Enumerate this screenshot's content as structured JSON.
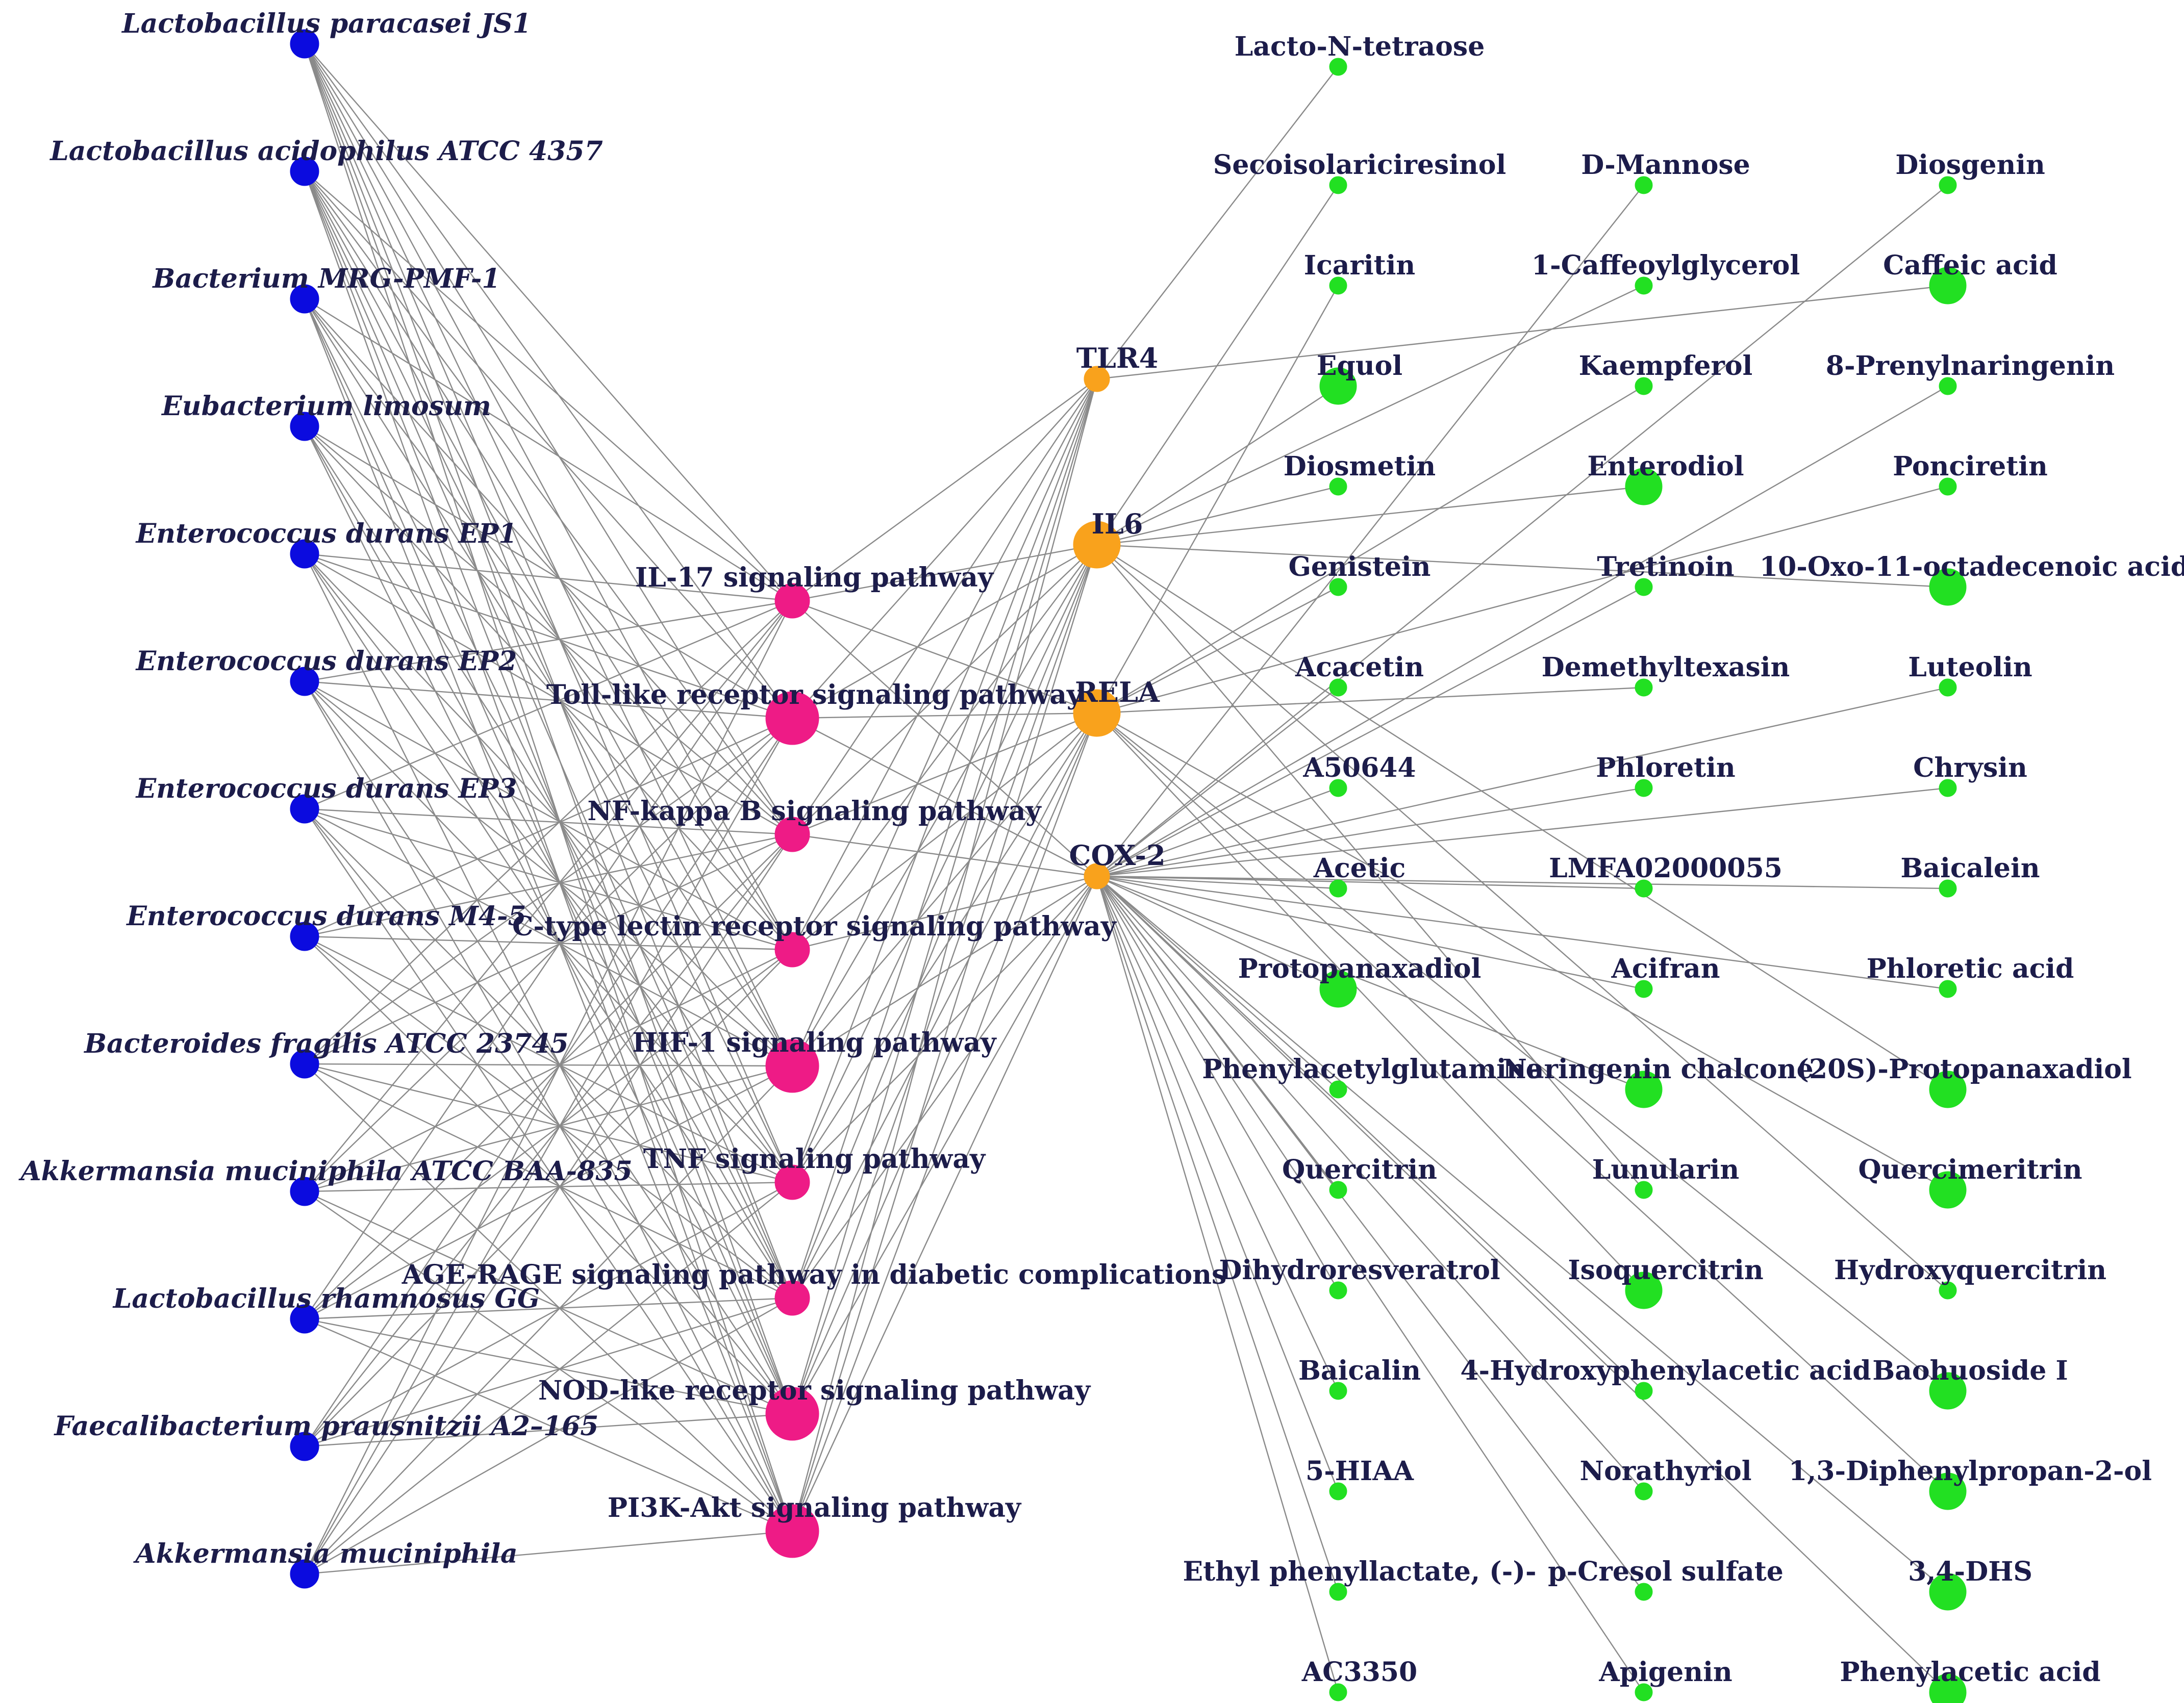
{
  "colors": {
    "bacteria": "#0b0bdf",
    "pathway": "#ee1b86",
    "target": "#f9a21c",
    "metabolite": "#22e022",
    "edge": "#8a8a8a",
    "label": "#1c1c4a"
  },
  "bacteria": [
    "Lactobacillus paracasei JS1",
    "Lactobacillus acidophilus ATCC 4357",
    "Bacterium MRG-PMF-1",
    "Eubacterium limosum",
    "Enterococcus durans EP1",
    "Enterococcus durans EP2",
    "Enterococcus durans EP3",
    "Enterococcus durans M4-5",
    "Bacteroides fragilis ATCC 23745",
    "Akkermansia muciniphila ATCC BAA-835",
    "Lactobacillus rhamnosus GG",
    "Faecalibacterium prausnitzii A2–165",
    "Akkermansia muciniphila"
  ],
  "pathways": [
    {
      "label": "IL-17 signaling pathway",
      "size": "small"
    },
    {
      "label": "Toll-like receptor signaling pathway",
      "size": "large"
    },
    {
      "label": "NF-kappa B signaling pathway",
      "size": "small"
    },
    {
      "label": "C-type lectin receptor signaling pathway",
      "size": "small"
    },
    {
      "label": "HIF-1 signaling pathway",
      "size": "large"
    },
    {
      "label": "TNF signaling pathway",
      "size": "small"
    },
    {
      "label": "AGE-RAGE signaling pathway in diabetic complications",
      "size": "small"
    },
    {
      "label": "NOD-like receptor signaling pathway",
      "size": "large"
    },
    {
      "label": "PI3K-Akt signaling pathway",
      "size": "large"
    }
  ],
  "targets": [
    {
      "label": "TLR4",
      "size": "small"
    },
    {
      "label": "IL6",
      "size": "large"
    },
    {
      "label": "RELA",
      "size": "large"
    },
    {
      "label": "COX-2",
      "size": "small"
    }
  ],
  "metabolites": {
    "column1": [
      {
        "label": "Lacto-N-tetraose",
        "size": "small"
      },
      {
        "label": "Secoisolariciresinol",
        "size": "small"
      },
      {
        "label": "Icaritin",
        "size": "small"
      },
      {
        "label": "Equol",
        "size": "large"
      },
      {
        "label": "Diosmetin",
        "size": "small"
      },
      {
        "label": "Genistein",
        "size": "small"
      },
      {
        "label": "Acacetin",
        "size": "small"
      },
      {
        "label": "A50644",
        "size": "small"
      },
      {
        "label": "Acetic",
        "size": "small"
      },
      {
        "label": "Protopanaxadiol",
        "size": "large"
      },
      {
        "label": "Phenylacetylglutamine",
        "size": "small"
      },
      {
        "label": "Quercitrin",
        "size": "small"
      },
      {
        "label": "Dihydroresveratrol",
        "size": "small"
      },
      {
        "label": "Baicalin",
        "size": "small"
      },
      {
        "label": "5-HIAA",
        "size": "small"
      },
      {
        "label": "Ethyl phenyllactate, (-)-",
        "size": "small"
      },
      {
        "label": "AC3350",
        "size": "small"
      }
    ],
    "column2": [
      {
        "label": "D-Mannose",
        "size": "small"
      },
      {
        "label": "1-Caffeoylglycerol",
        "size": "small"
      },
      {
        "label": "Kaempferol",
        "size": "small"
      },
      {
        "label": "Enterodiol",
        "size": "large"
      },
      {
        "label": "Tretinoin",
        "size": "small"
      },
      {
        "label": "Demethyltexasin",
        "size": "small"
      },
      {
        "label": "Phloretin",
        "size": "small"
      },
      {
        "label": "LMFA02000055",
        "size": "small"
      },
      {
        "label": "Acifran",
        "size": "small"
      },
      {
        "label": "Naringenin chalcone",
        "size": "large"
      },
      {
        "label": "Lunularin",
        "size": "small"
      },
      {
        "label": "Isoquercitrin",
        "size": "large"
      },
      {
        "label": "4-Hydroxyphenylacetic acid",
        "size": "small"
      },
      {
        "label": "Norathyriol",
        "size": "small"
      },
      {
        "label": "p-Cresol sulfate",
        "size": "small"
      },
      {
        "label": "Apigenin",
        "size": "small"
      }
    ],
    "column3": [
      {
        "label": "Diosgenin",
        "size": "small"
      },
      {
        "label": "Caffeic acid",
        "size": "large"
      },
      {
        "label": "8-Prenylnaringenin",
        "size": "small"
      },
      {
        "label": "Ponciretin",
        "size": "small"
      },
      {
        "label": "10-Oxo-11-octadecenoic acid",
        "size": "large"
      },
      {
        "label": "Luteolin",
        "size": "small"
      },
      {
        "label": "Chrysin",
        "size": "small"
      },
      {
        "label": "Baicalein",
        "size": "small"
      },
      {
        "label": "Phloretic acid",
        "size": "small"
      },
      {
        "label": "(20S)-Protopanaxadiol",
        "size": "large"
      },
      {
        "label": "Quercimeritrin",
        "size": "large"
      },
      {
        "label": "Hydroxyquercitrin",
        "size": "small"
      },
      {
        "label": "Baohuoside I",
        "size": "large"
      },
      {
        "label": "1,3-Diphenylpropan-2-ol",
        "size": "large"
      },
      {
        "label": "3,4-DHS",
        "size": "large"
      },
      {
        "label": "Phenylacetic acid",
        "size": "large"
      }
    ]
  },
  "edges": {
    "target_metabolites": {
      "TLR4": [
        "c1:0",
        "c3:1"
      ],
      "IL6": [
        "c1:3",
        "c2:3",
        "c3:4",
        "c1:1",
        "c2:1",
        "c1:4",
        "c2:10",
        "c3:11",
        "c3:9"
      ],
      "RELA": [
        "c1:2",
        "c2:2",
        "c3:3",
        "c1:5",
        "c2:5",
        "c2:11",
        "c3:10",
        "c3:12",
        "c3:13"
      ],
      "COX-2": [
        "c1:6",
        "c1:7",
        "c1:8",
        "c1:9",
        "c1:10",
        "c1:11",
        "c1:12",
        "c1:13",
        "c1:14",
        "c1:15",
        "c1:16",
        "c2:0",
        "c2:4",
        "c2:6",
        "c2:7",
        "c2:8",
        "c2:9",
        "c2:12",
        "c2:13",
        "c2:14",
        "c2:15",
        "c3:0",
        "c3:2",
        "c3:5",
        "c3:6",
        "c3:7",
        "c3:8",
        "c3:14",
        "c3:15"
      ]
    }
  }
}
